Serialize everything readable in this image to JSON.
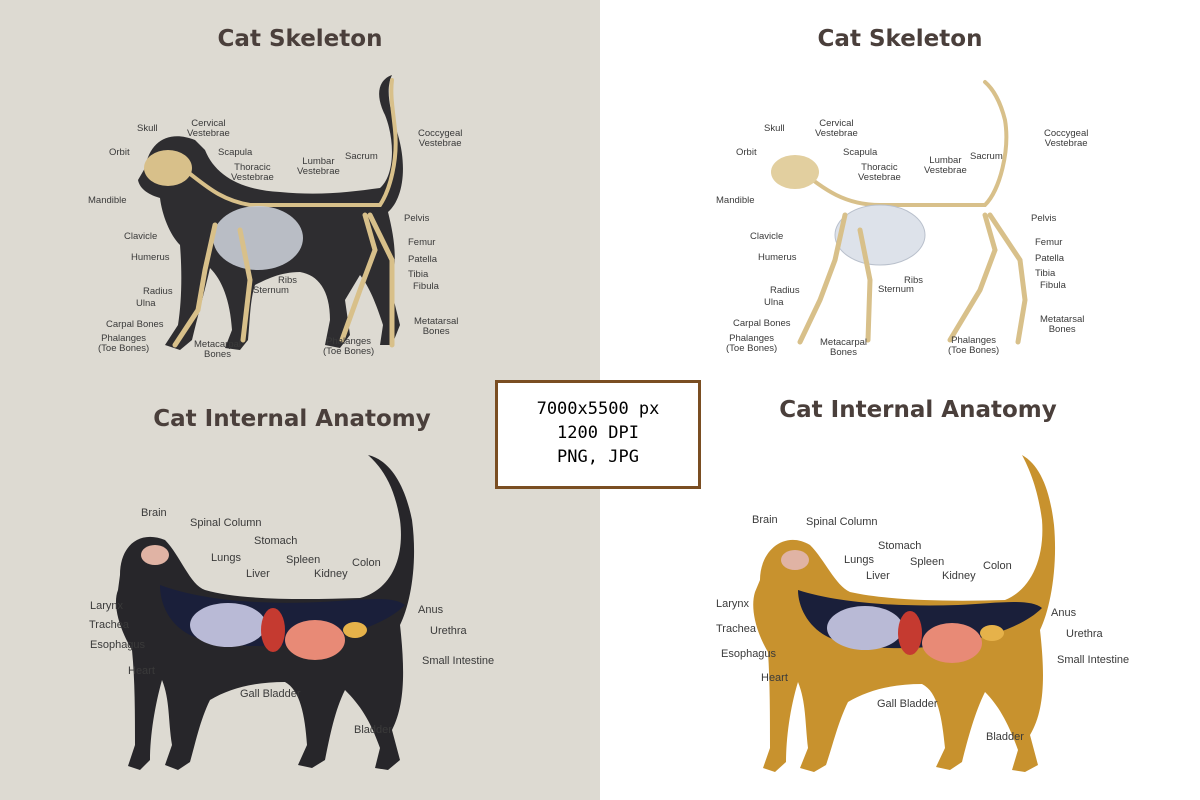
{
  "colors": {
    "left_background": "#dddad2",
    "right_background": "#ffffff",
    "title_color": "#4a3f3b",
    "label_color": "#3a3a3a",
    "bone": "#d8c08a",
    "black_cat": "#2e2d30",
    "orange_cat": "#c8922e",
    "organ_red": "#d9574a",
    "stamp_border": "#7a4e22"
  },
  "stamp": {
    "line1": "7000x5500 px",
    "line2": "1200 DPI",
    "line3": "PNG, JPG"
  },
  "panels": {
    "skeleton_left": {
      "title": "Cat Skeleton",
      "labels": {
        "skull": "Skull",
        "orbit": "Orbit",
        "mandible": "Mandible",
        "cervical": "Cervical\nVestebrae",
        "scapula": "Scapula",
        "thoracic": "Thoracic\nVestebrae",
        "lumbar": "Lumbar\nVestebrae",
        "sacrum": "Sacrum",
        "coccygeal": "Coccygeal\nVestebrae",
        "pelvis": "Pelvis",
        "clavicle": "Clavicle",
        "humerus": "Humerus",
        "femur": "Femur",
        "patella": "Patella",
        "tibia": "Tibia",
        "fibula": "Fibula",
        "ribs": "Ribs",
        "sternum": "Sternum",
        "radius": "Radius",
        "ulna": "Ulna",
        "carpal": "Carpal Bones",
        "phalanges_front": "Phalanges\n(Toe Bones)",
        "metacarpal": "Metacarpal\nBones",
        "phalanges_rear": "Phalanges\n(Toe Bones)",
        "metatarsal": "Metatarsal\nBones"
      }
    },
    "skeleton_right": {
      "title": "Cat Skeleton",
      "labels": {
        "skull": "Skull",
        "orbit": "Orbit",
        "mandible": "Mandible",
        "cervical": "Cervical\nVestebrae",
        "scapula": "Scapula",
        "thoracic": "Thoracic\nVestebrae",
        "lumbar": "Lumbar\nVestebrae",
        "sacrum": "Sacrum",
        "coccygeal": "Coccygeal\nVestebrae",
        "pelvis": "Pelvis",
        "clavicle": "Clavicle",
        "humerus": "Humerus",
        "femur": "Femur",
        "patella": "Patella",
        "tibia": "Tibia",
        "fibula": "Fibula",
        "ribs": "Ribs",
        "sternum": "Sternum",
        "radius": "Radius",
        "ulna": "Ulna",
        "carpal": "Carpal Bones",
        "phalanges_front": "Phalanges\n(Toe Bones)",
        "metacarpal": "Metacarpal\nBones",
        "phalanges_rear": "Phalanges\n(Toe Bones)",
        "metatarsal": "Metatarsal\nBones"
      }
    },
    "anatomy_left": {
      "title": "Cat Internal Anatomy",
      "labels": {
        "brain": "Brain",
        "spinal": "Spinal Column",
        "stomach": "Stomach",
        "lungs": "Lungs",
        "spleen": "Spleen",
        "liver": "Liver",
        "kidney": "Kidney",
        "colon": "Colon",
        "larynx": "Larynx",
        "trachea": "Trachea",
        "esophagus": "Esophagus",
        "heart": "Heart",
        "anus": "Anus",
        "urethra": "Urethra",
        "small_intestine": "Small Intestine",
        "gall_bladder": "Gall Bladder",
        "bladder": "Bladder"
      }
    },
    "anatomy_right": {
      "title": "Cat Internal Anatomy",
      "labels": {
        "brain": "Brain",
        "spinal": "Spinal Column",
        "stomach": "Stomach",
        "lungs": "Lungs",
        "spleen": "Spleen",
        "liver": "Liver",
        "kidney": "Kidney",
        "colon": "Colon",
        "larynx": "Larynx",
        "trachea": "Trachea",
        "esophagus": "Esophagus",
        "heart": "Heart",
        "anus": "Anus",
        "urethra": "Urethra",
        "small_intestine": "Small Intestine",
        "gall_bladder": "Gall Bladder",
        "bladder": "Bladder"
      }
    }
  }
}
